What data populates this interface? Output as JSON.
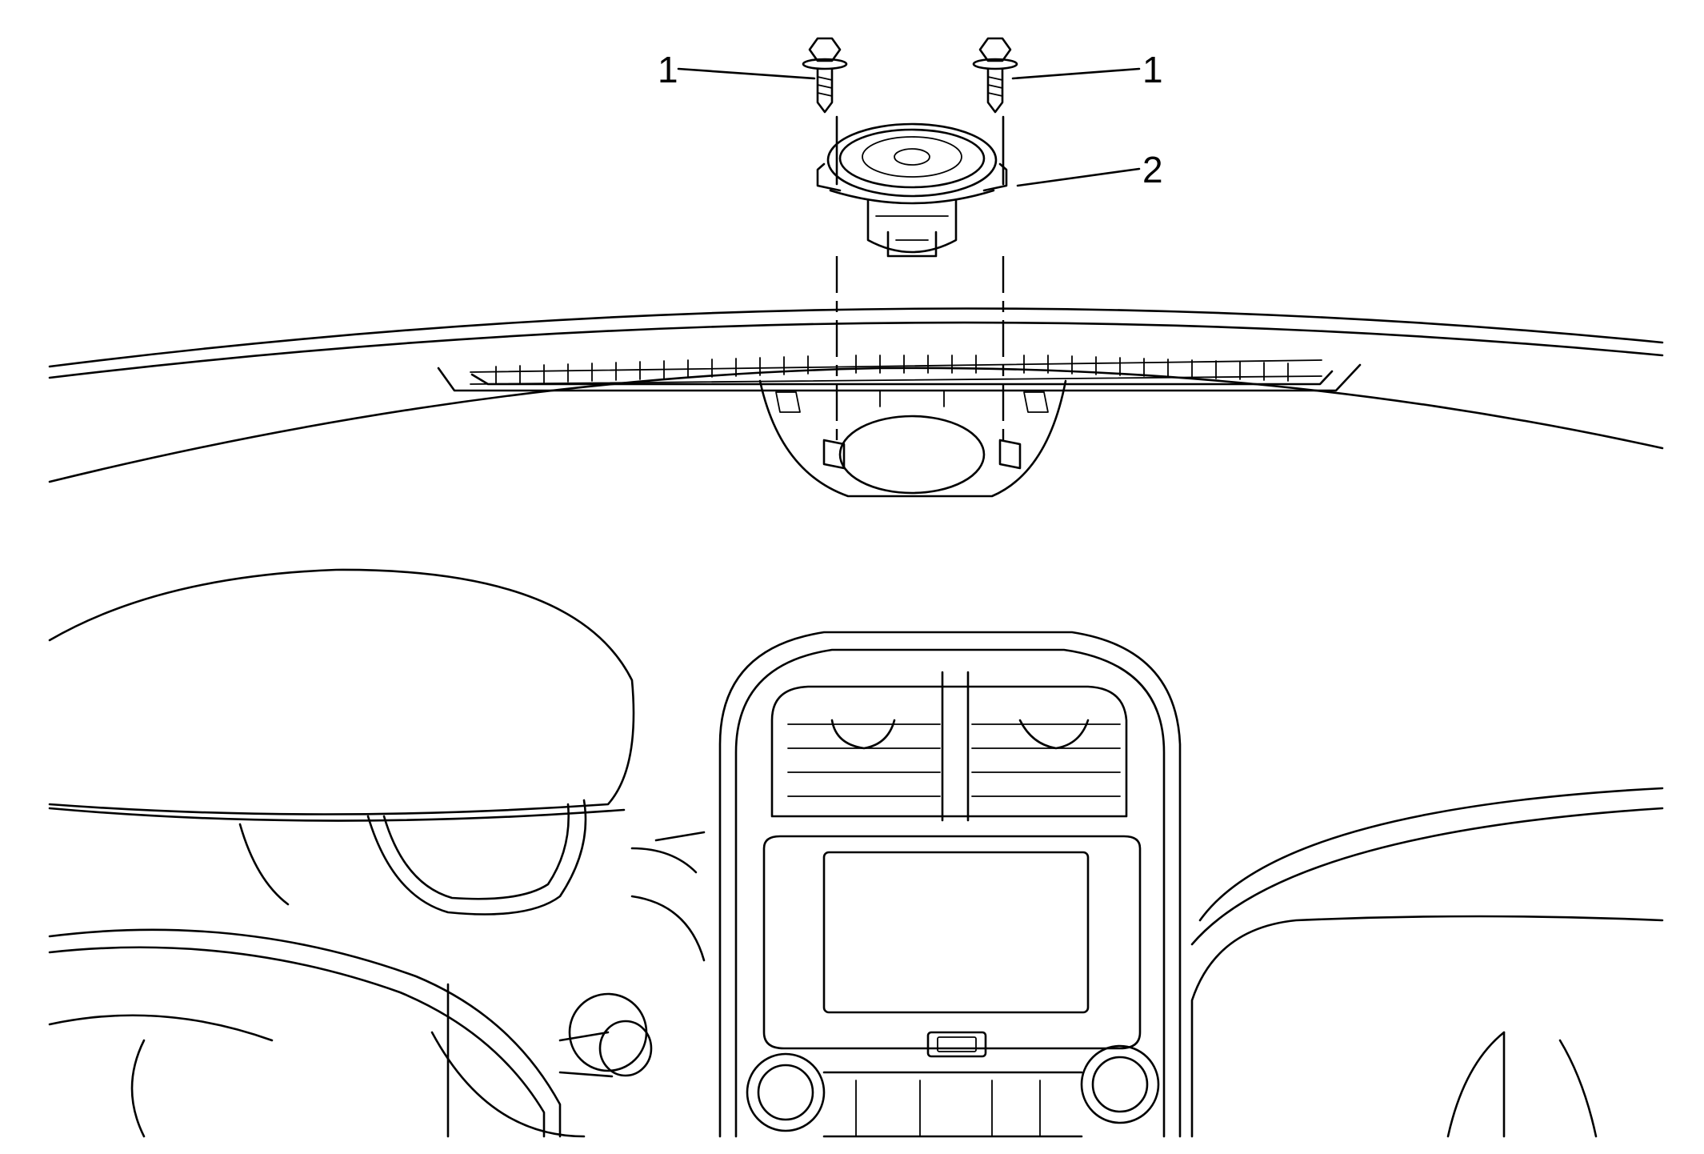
{
  "callouts": [
    {
      "id": "bolt-left",
      "label": "1"
    },
    {
      "id": "bolt-right",
      "label": "1"
    },
    {
      "id": "speaker",
      "label": "2"
    }
  ],
  "colors": {
    "line": "#000000",
    "background": "#ffffff"
  }
}
